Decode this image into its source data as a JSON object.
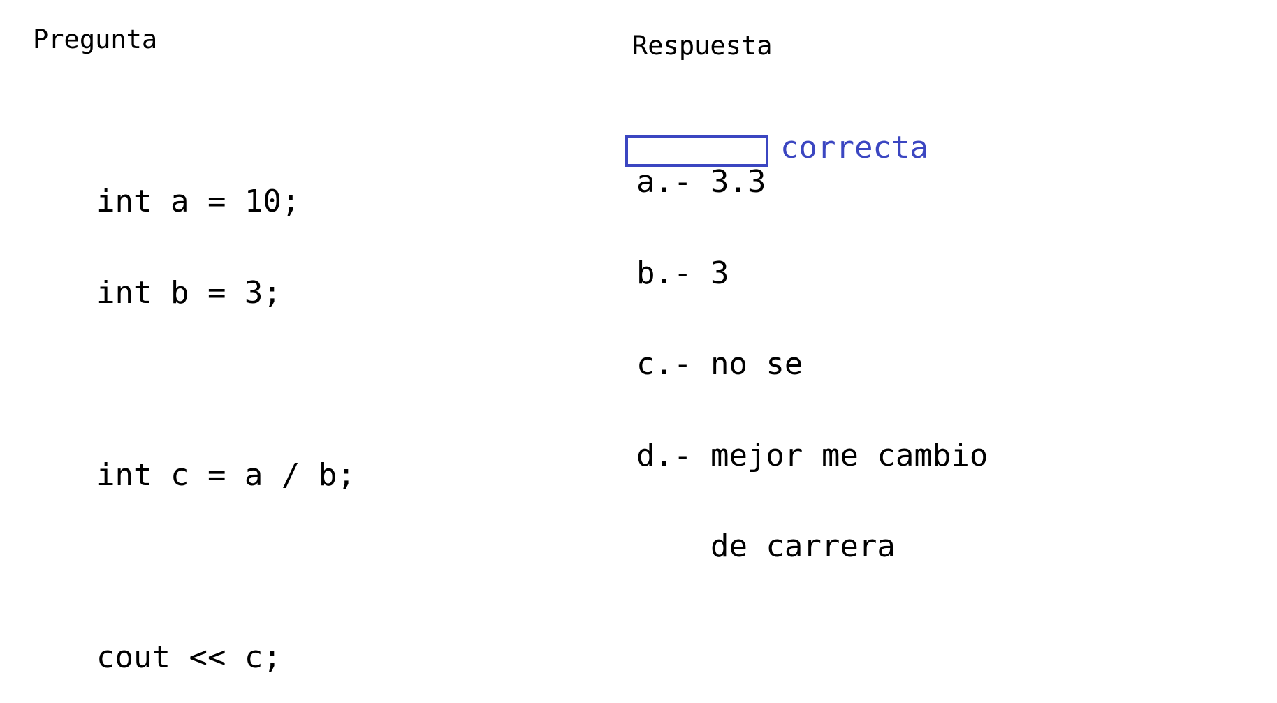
{
  "question": {
    "heading": "Pregunta",
    "code_lines": [
      "int a = 10;",
      "int b = 3;",
      "",
      "int c = a / b;",
      "",
      "cout << c;"
    ]
  },
  "answer": {
    "heading": "Respuesta",
    "options": [
      "a.- 3.3",
      "b.- 3",
      "c.- no se",
      "d.- mejor me cambio",
      "    de carrera"
    ],
    "correct_label": "correcta",
    "accent_color": "#3b46c1"
  }
}
